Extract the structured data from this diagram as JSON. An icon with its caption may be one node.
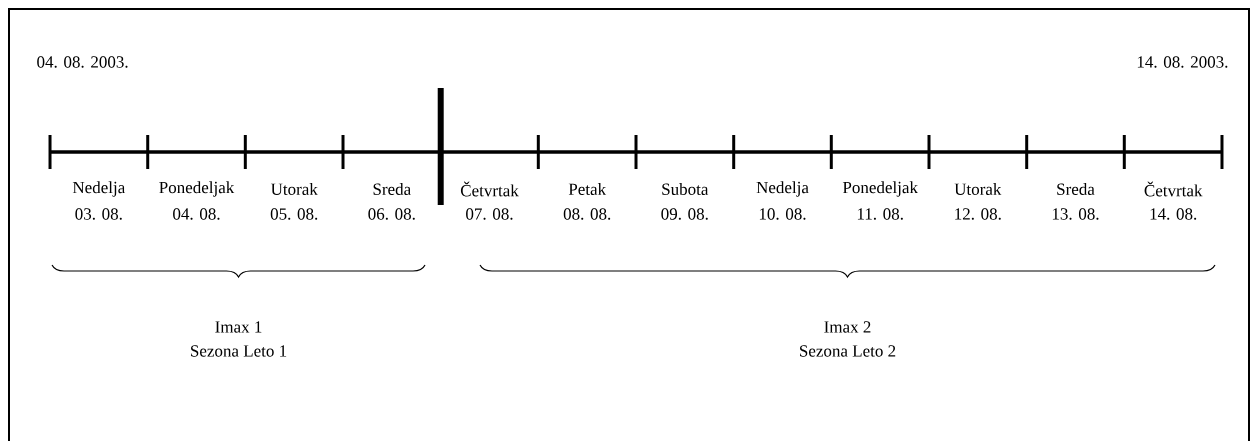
{
  "diagram": {
    "labels": [
      "04. 08. 2003.",
      "14. 08. 2003.",
      "Nedelja",
      "03. 08.",
      "Ponedeljak",
      "04. 08.",
      "Utorak",
      "05. 08.",
      "Sreda",
      "06. 08.",
      "Četvrtak",
      "07. 08.",
      "Petak",
      "08. 08.",
      "Subota",
      "09. 08.",
      "Nedelja",
      "10. 08.",
      "Ponedeljak",
      "11. 08.",
      "Utorak",
      "12. 08.",
      "Sreda",
      "13. 08.",
      "Četvrtak",
      "14. 08.",
      "Imax 1",
      "Sezona Leto 1",
      "Imax 2",
      "Sezona Leto 2"
    ]
  }
}
